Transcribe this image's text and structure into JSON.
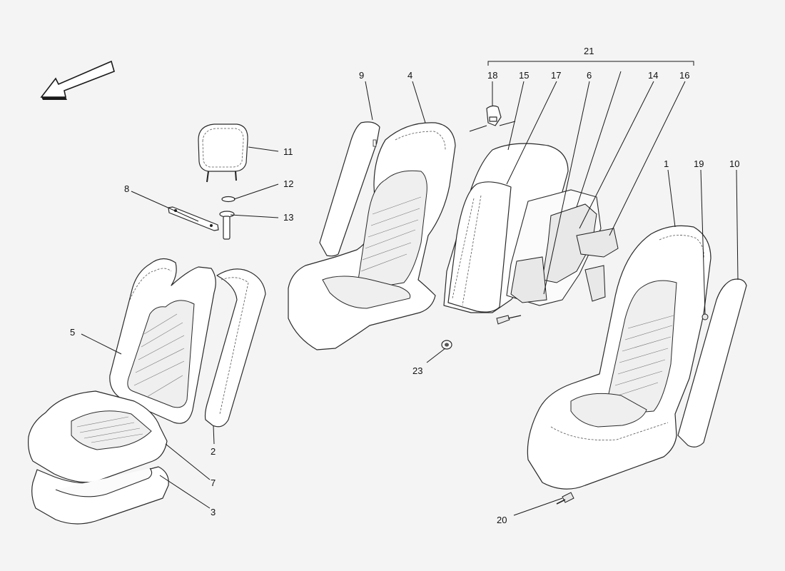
{
  "callouts": [
    {
      "id": "c1",
      "label": "1"
    },
    {
      "id": "c2",
      "label": "2"
    },
    {
      "id": "c3",
      "label": "3"
    },
    {
      "id": "c4",
      "label": "4"
    },
    {
      "id": "c5",
      "label": "5"
    },
    {
      "id": "c6",
      "label": "6"
    },
    {
      "id": "c7",
      "label": "7"
    },
    {
      "id": "c8",
      "label": "8"
    },
    {
      "id": "c9",
      "label": "9"
    },
    {
      "id": "c10",
      "label": "10"
    },
    {
      "id": "c11",
      "label": "11"
    },
    {
      "id": "c12",
      "label": "12"
    },
    {
      "id": "c13",
      "label": "13"
    },
    {
      "id": "c14",
      "label": "14"
    },
    {
      "id": "c15",
      "label": "15"
    },
    {
      "id": "c16",
      "label": "16"
    },
    {
      "id": "c17",
      "label": "17"
    },
    {
      "id": "c18",
      "label": "18"
    },
    {
      "id": "c19",
      "label": "19"
    },
    {
      "id": "c20",
      "label": "20"
    },
    {
      "id": "c21",
      "label": "21"
    },
    {
      "id": "c23",
      "label": "23"
    }
  ]
}
